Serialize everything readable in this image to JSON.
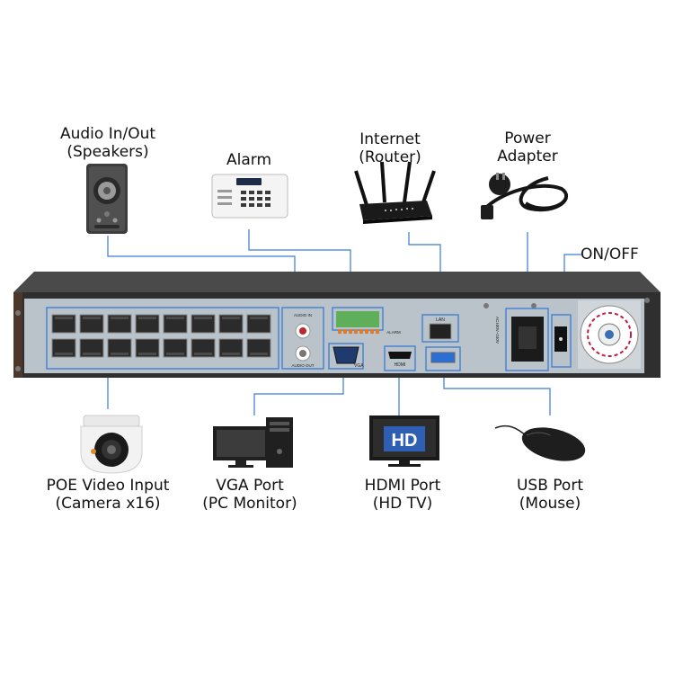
{
  "labels": {
    "audio": {
      "line1": "Audio In/Out",
      "line2": "(Speakers)"
    },
    "alarm": {
      "line1": "Alarm"
    },
    "internet": {
      "line1": "Internet",
      "line2": "(Router)"
    },
    "power": {
      "line1": "Power",
      "line2": "Adapter"
    },
    "onoff": {
      "line1": "ON/OFF"
    },
    "poe": {
      "line1": "POE Video Input",
      "line2": "(Camera x16)"
    },
    "vga": {
      "line1": "VGA Port",
      "line2": "(PC Monitor)"
    },
    "hdmi": {
      "line1": "HDMI Port",
      "line2": "(HD TV)"
    },
    "usb": {
      "line1": "USB Port",
      "line2": "(Mouse)"
    }
  },
  "panel_text": {
    "audio_in": "AUDIO IN",
    "audio_out": "AUDIO OUT",
    "alarm": "ALARM",
    "vga": "VGA",
    "lan": "LAN",
    "hdmi": "HDMI",
    "power_rating": "AC100V~240V",
    "hd_badge": "HD"
  },
  "poe_ports": {
    "count": 16
  },
  "colors": {
    "connector": "#3a7bd5",
    "panel": "#b9c3c9",
    "chassis": "#3b3b3b"
  }
}
